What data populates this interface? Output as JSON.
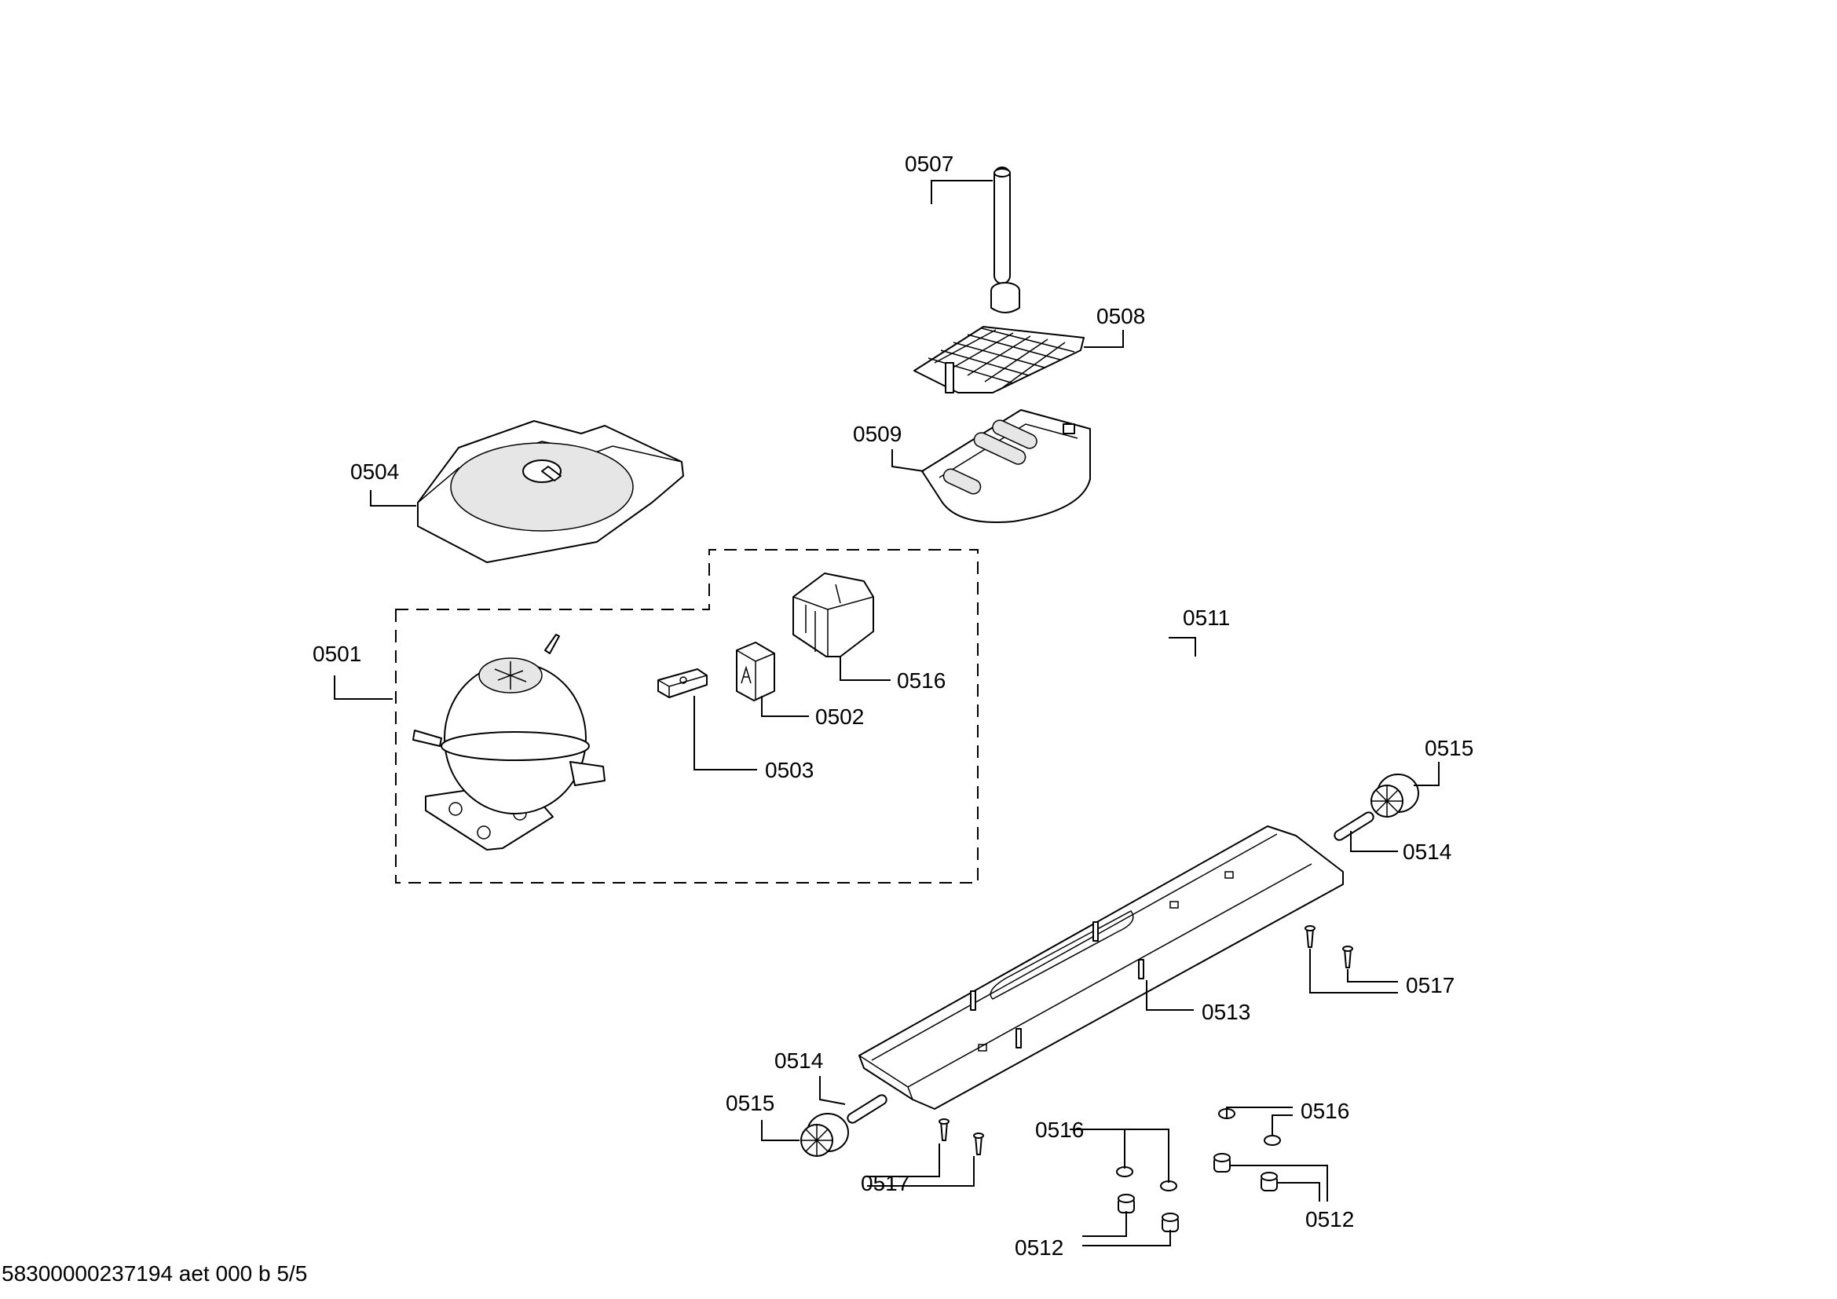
{
  "diagram": {
    "callouts": [
      {
        "id": "c0507",
        "label": "0507"
      },
      {
        "id": "c0508",
        "label": "0508"
      },
      {
        "id": "c0509",
        "label": "0509"
      },
      {
        "id": "c0504",
        "label": "0504"
      },
      {
        "id": "c0501",
        "label": "0501"
      },
      {
        "id": "c0516a",
        "label": "0516"
      },
      {
        "id": "c0502",
        "label": "0502"
      },
      {
        "id": "c0503",
        "label": "0503"
      },
      {
        "id": "c0511",
        "label": "0511"
      },
      {
        "id": "c0515a",
        "label": "0515"
      },
      {
        "id": "c0514a",
        "label": "0514"
      },
      {
        "id": "c0517a",
        "label": "0517"
      },
      {
        "id": "c0513",
        "label": "0513"
      },
      {
        "id": "c0514b",
        "label": "0514"
      },
      {
        "id": "c0515b",
        "label": "0515"
      },
      {
        "id": "c0517b",
        "label": "0517"
      },
      {
        "id": "c0516b",
        "label": "0516"
      },
      {
        "id": "c0516c",
        "label": "0516"
      },
      {
        "id": "c0512a",
        "label": "0512"
      },
      {
        "id": "c0512b",
        "label": "0512"
      }
    ]
  },
  "footer": {
    "text": "58300000237194 aet 000 b 5/5"
  }
}
